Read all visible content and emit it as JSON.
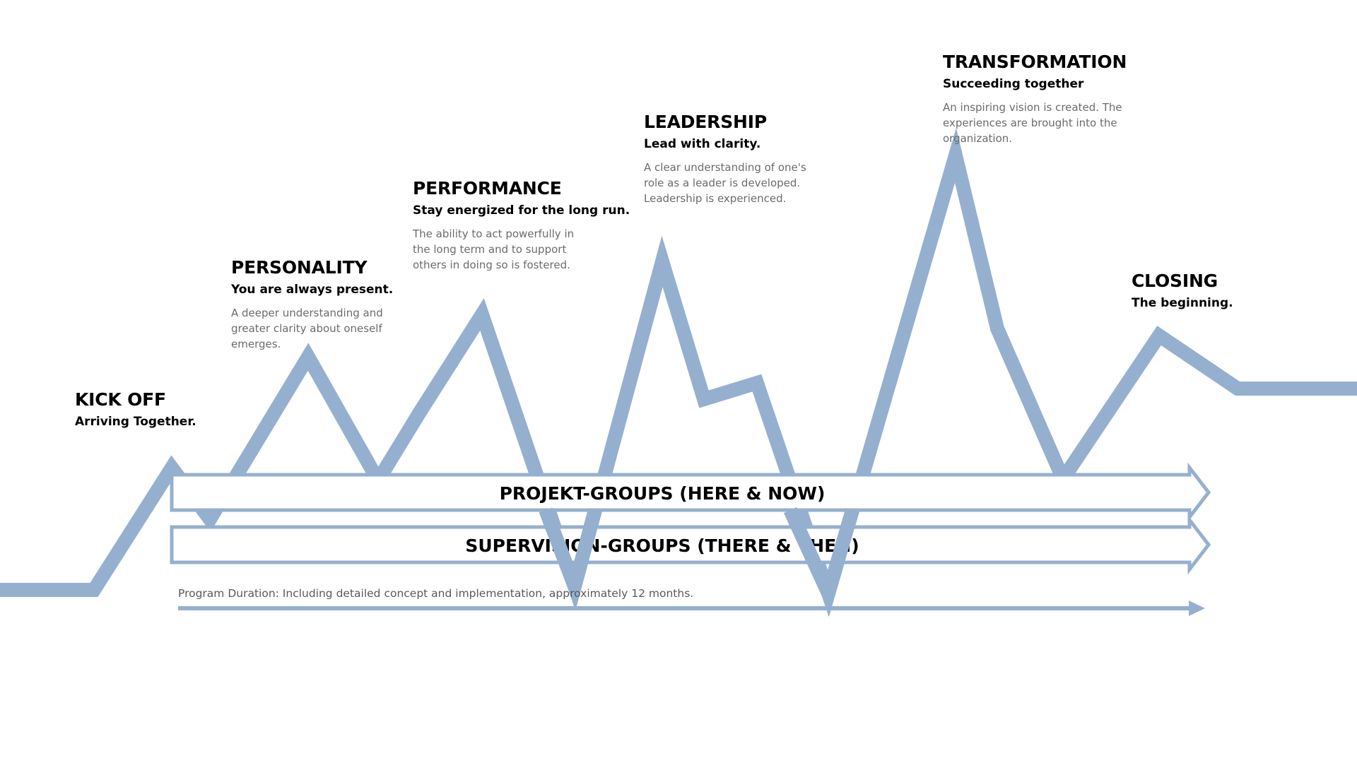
{
  "accent_color": "#95b0cf",
  "stages": [
    {
      "id": "kick-off",
      "title": "KICK OFF",
      "subtitle": "Arriving Together.",
      "description": ""
    },
    {
      "id": "personality",
      "title": "PERSONALITY",
      "subtitle": "You are always present.",
      "description": "A deeper understanding and greater clarity about oneself emerges."
    },
    {
      "id": "performance",
      "title": "PERFORMANCE",
      "subtitle": "Stay energized for the long run.",
      "description": "The ability to act powerfully in the long term and to support others in doing so is fostered."
    },
    {
      "id": "leadership",
      "title": "LEADERSHIP",
      "subtitle": "Lead with clarity.",
      "description": "A clear understanding of one's role as a leader is developed. Leadership is experienced."
    },
    {
      "id": "transformation",
      "title": "TRANSFORMATION",
      "subtitle": "Succeeding together",
      "description": "An inspiring vision is created. The experiences are brought into the organization."
    },
    {
      "id": "closing",
      "title": "CLOSING",
      "subtitle": "The beginning.",
      "description": ""
    }
  ],
  "bands": {
    "projekt_groups": "PROJEKT-GROUPS (HERE & NOW)",
    "supervision_groups": "SUPERVISION-GROUPS (THERE & THEN)"
  },
  "duration": {
    "text": "Program Duration: Including detailed concept and implementation, approximately 12 months."
  }
}
